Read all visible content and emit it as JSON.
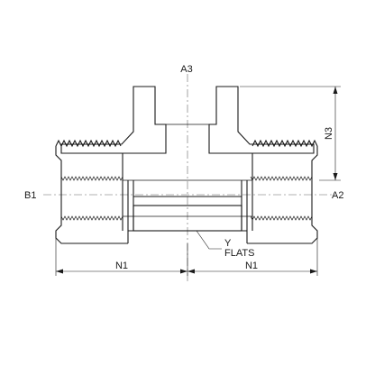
{
  "labels": {
    "port_top": "A3",
    "port_left": "B1",
    "port_right": "A2",
    "height_dim": "N3",
    "left_len_dim": "N1",
    "right_len_dim": "N1",
    "flats_y": "Y",
    "flats_word": "FLATS"
  },
  "colors": {
    "line": "#1a1a1a",
    "hatch": "#1a1a1a",
    "centerline": "#666666"
  }
}
